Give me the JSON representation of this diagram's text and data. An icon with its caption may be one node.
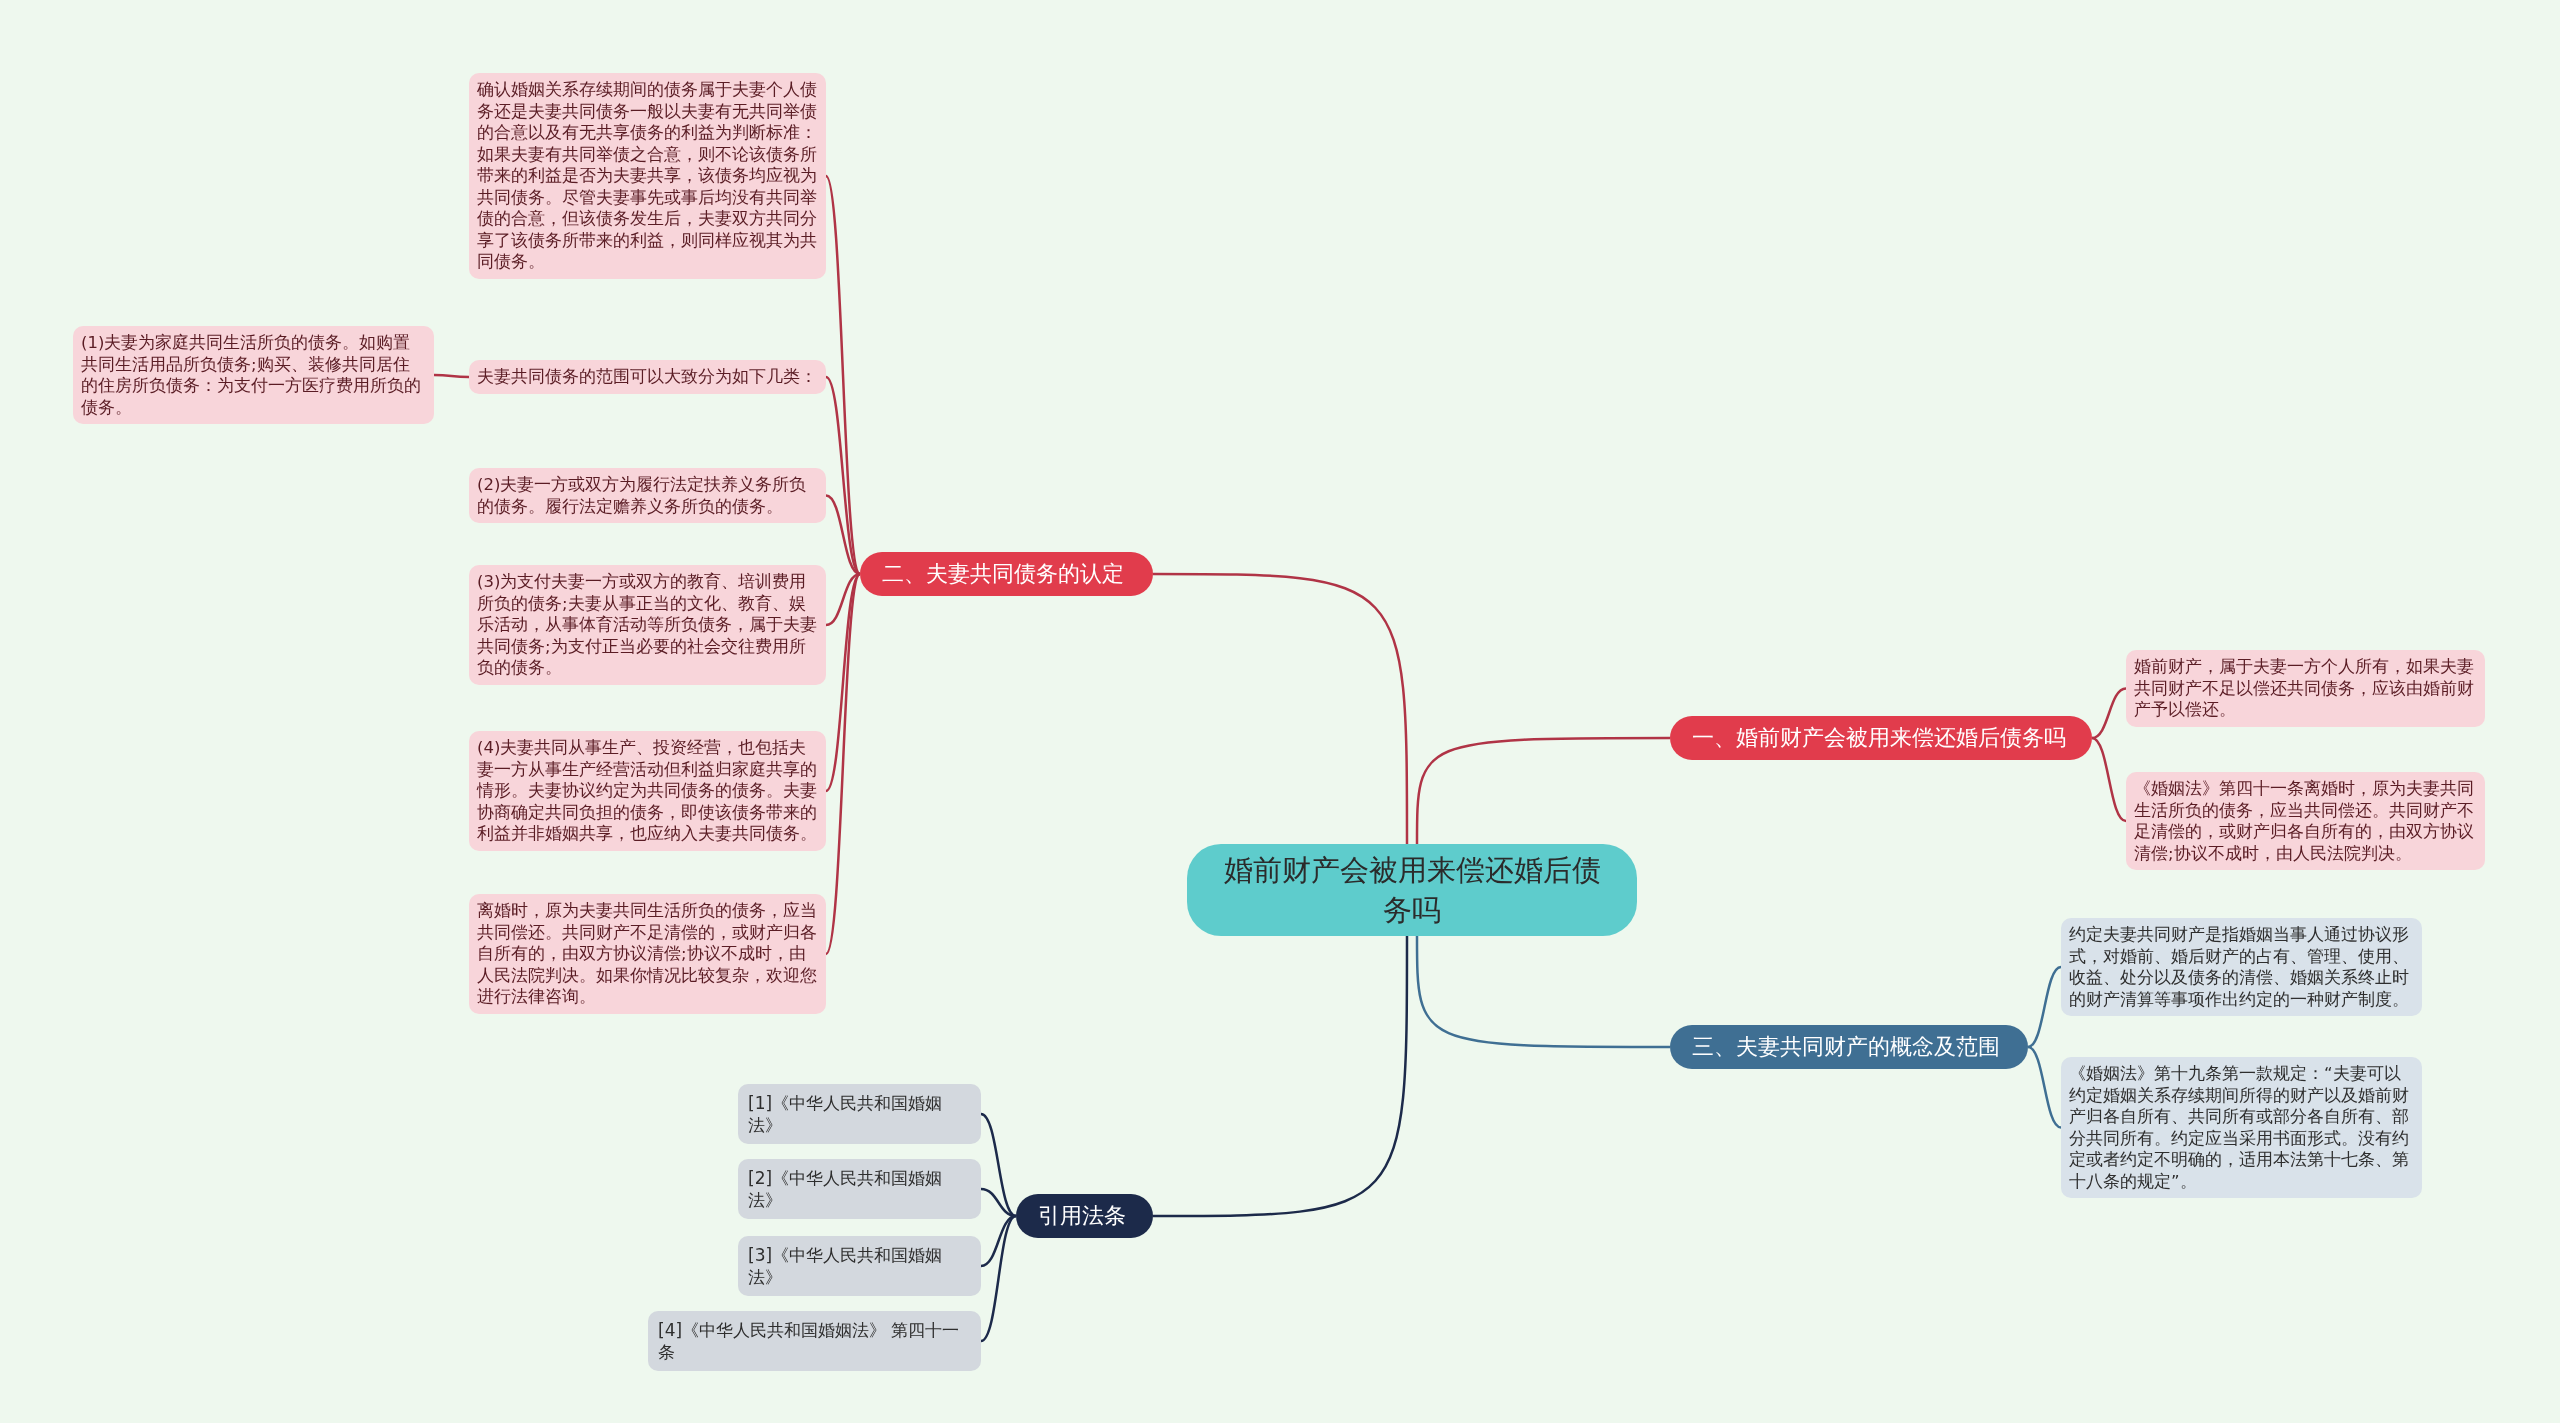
{
  "diagram": {
    "nodes": [
      {
        "text": [
          "婚前财产会被用来偿还婚后债务吗"
        ]
      },
      {
        "text": [
          "二、夫妻共同债务的认定"
        ]
      },
      {
        "text": [
          "确认婚姻关系存续期间的债务属于夫妻个人债务还是夫妻共同债务一般以夫妻有无共同举债的合意以及有无共享债务的利益为判断标准：如果夫妻有共同举债之合意，则不论该债务所带来的利益是否为夫妻共享，该债务均应视为共同债务。尽管夫妻事先或事后均没有共同举债的合意，但该债务发生后，夫妻双方共同分享了该债务所带来的利益，则同样应视其为共同债务。"
        ]
      },
      {
        "text": [
          "夫妻共同债务的范围可以大致分为如下几类："
        ]
      },
      {
        "text": [
          "(1)夫妻为家庭共同生活所负的债务。如购置共同生活用品所负债务;购买、装修共同居住的住房所负债务：为支付一方医疗费用所负的债务。"
        ]
      },
      {
        "text": [
          "(2)夫妻一方或双方为履行法定扶养义务所负的债务。履行法定赡养义务所负的债务。"
        ]
      },
      {
        "text": [
          "(3)为支付夫妻一方或双方的教育、培训费用所负的债务;夫妻从事正当的文化、教育、娱乐活动，从事体育活动等所负债务，属于夫妻共同债务;为支付正当必要的社会交往费用所负的债务。"
        ]
      },
      {
        "text": [
          "(4)夫妻共同从事生产、投资经营，也包括夫妻一方从事生产经营活动但利益归家庭共享的情形。夫妻协议约定为共同债务的债务。夫妻协商确定共同负担的债务，即使该债务带来的利益并非婚姻共享，也应纳入夫妻共同债务。"
        ]
      },
      {
        "text": [
          "离婚时，原为夫妻共同生活所负的债务，应当共同偿还。共同财产不足清偿的，或财产归各自所有的，由双方协议清偿;协议不成时，由人民法院判决。如果你情况比较复杂，欢迎您进行法律咨询。"
        ]
      },
      {
        "text": [
          "引用法条"
        ]
      },
      {
        "text": [
          "[1]《中华人民共和国婚姻法》"
        ]
      },
      {
        "text": [
          "[2]《中华人民共和国婚姻法》"
        ]
      },
      {
        "text": [
          "[3]《中华人民共和国婚姻法》"
        ]
      },
      {
        "text": [
          "[4]《中华人民共和国婚姻法》 第四十一条"
        ]
      },
      {
        "text": [
          "一、婚前财产会被用来偿还婚后债务吗"
        ]
      },
      {
        "text": [
          "婚前财产，属于夫妻一方个人所有，如果夫妻共同财产不足以偿还共同债务，应该由婚前财产予以偿还。"
        ]
      },
      {
        "text": [
          "《婚姻法》第四十一条离婚时，原为夫妻共同生活所负的债务，应当共同偿还。共同财产不足清偿的，或财产归各自所有的，由双方协议清偿;协议不成时，由人民法院判决。"
        ]
      },
      {
        "text": [
          "三、夫妻共同财产的概念及范围"
        ]
      },
      {
        "text": [
          "约定夫妻共同财产是指婚姻当事人通过协议形式，对婚前、婚后财产的占有、管理、使用、收益、处分以及债务的清偿、婚姻关系终止时的财产清算等事项作出约定的一种财产制度。"
        ]
      },
      {
        "text": [
          "《婚姻法》第十九条第一款规定：“夫妻可以约定婚姻关系存续期间所得的财产以及婚前财产归各自所有、共同所有或部分各自所有、部分共同所有。约定应当采用书面形式。没有约定或者约定不明确的，适用本法第十七条、第十八条的规定”。"
        ]
      }
    ],
    "edges": [
      {
        "from": 0,
        "to": 1,
        "arrow": "none"
      },
      {
        "from": 1,
        "to": 2,
        "arrow": "none"
      },
      {
        "from": 1,
        "to": 3,
        "arrow": "none"
      },
      {
        "from": 3,
        "to": 4,
        "arrow": "none"
      },
      {
        "from": 1,
        "to": 5,
        "arrow": "none"
      },
      {
        "from": 1,
        "to": 6,
        "arrow": "none"
      },
      {
        "from": 1,
        "to": 7,
        "arrow": "none"
      },
      {
        "from": 1,
        "to": 8,
        "arrow": "none"
      },
      {
        "from": 0,
        "to": 9,
        "arrow": "none",
        "color": "#1c2a4a"
      },
      {
        "from": 9,
        "to": 10,
        "arrow": "none",
        "color": "#1c2a4a"
      },
      {
        "from": 9,
        "to": 11,
        "arrow": "none",
        "color": "#1c2a4a"
      },
      {
        "from": 9,
        "to": 12,
        "arrow": "none",
        "color": "#1c2a4a"
      },
      {
        "from": 9,
        "to": 13,
        "arrow": "none",
        "color": "#1c2a4a"
      },
      {
        "from": 0,
        "to": 14,
        "arrow": "none"
      },
      {
        "from": 14,
        "to": 15,
        "arrow": "none"
      },
      {
        "from": 14,
        "to": 16,
        "arrow": "none"
      },
      {
        "from": 0,
        "to": 17,
        "arrow": "none",
        "color": "#3f6f93"
      },
      {
        "from": 17,
        "to": 18,
        "arrow": "none",
        "color": "#3f6f93"
      },
      {
        "from": 17,
        "to": 19,
        "arrow": "none",
        "color": "#3f6f93"
      }
    ]
  }
}
